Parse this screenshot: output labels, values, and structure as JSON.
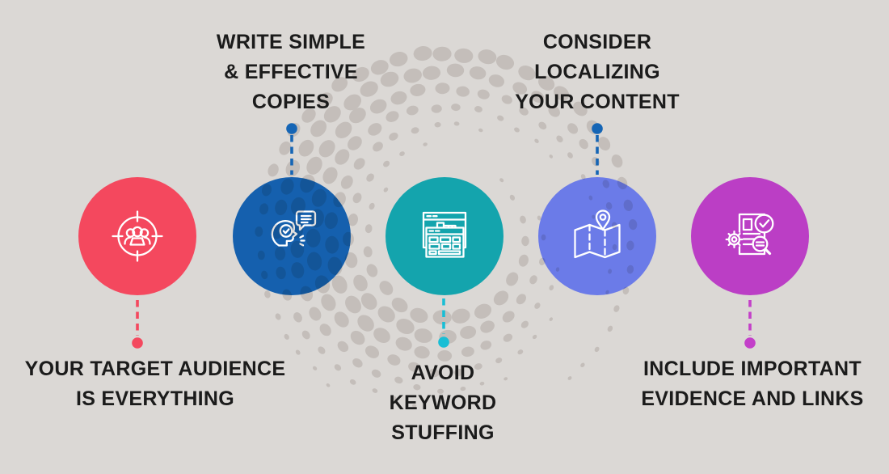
{
  "background": {
    "color": "#DBD8D5",
    "halftone_dot_color": "#C6C2BF"
  },
  "text_color": "#1B1B1B",
  "steps": [
    {
      "id": "target-audience",
      "icon": "audience-target-icon",
      "circle_color": "#F4485E",
      "connector_color": "#F4485E",
      "label_position": "below",
      "label_lines": [
        "YOUR TARGET AUDIENCE",
        "IS EVERYTHING"
      ]
    },
    {
      "id": "write-simple-copies",
      "icon": "head-speech-check-icon",
      "circle_color": "#1560AE",
      "connector_color": "#1565B5",
      "label_position": "above",
      "label_lines": [
        "WRITE SIMPLE",
        "& EFFECTIVE",
        "COPIES"
      ]
    },
    {
      "id": "avoid-keyword-stuffing",
      "icon": "browser-keyword-icon",
      "circle_color": "#14A4AD",
      "connector_color": "#19BED5",
      "label_position": "below",
      "label_lines": [
        "AVOID",
        "KEYWORD",
        "STUFFING"
      ]
    },
    {
      "id": "localize-content",
      "icon": "map-pin-icon",
      "circle_color": "#6B7BE8",
      "connector_color": "#1565B5",
      "label_position": "above",
      "label_lines": [
        "CONSIDER",
        "LOCALIZING",
        "YOUR CONTENT"
      ]
    },
    {
      "id": "evidence-links",
      "icon": "document-verify-icon",
      "circle_color": "#BB3EC5",
      "connector_color": "#C33FC9",
      "label_position": "below",
      "label_lines": [
        "INCLUDE IMPORTANT",
        "EVIDENCE AND LINKS"
      ]
    }
  ]
}
